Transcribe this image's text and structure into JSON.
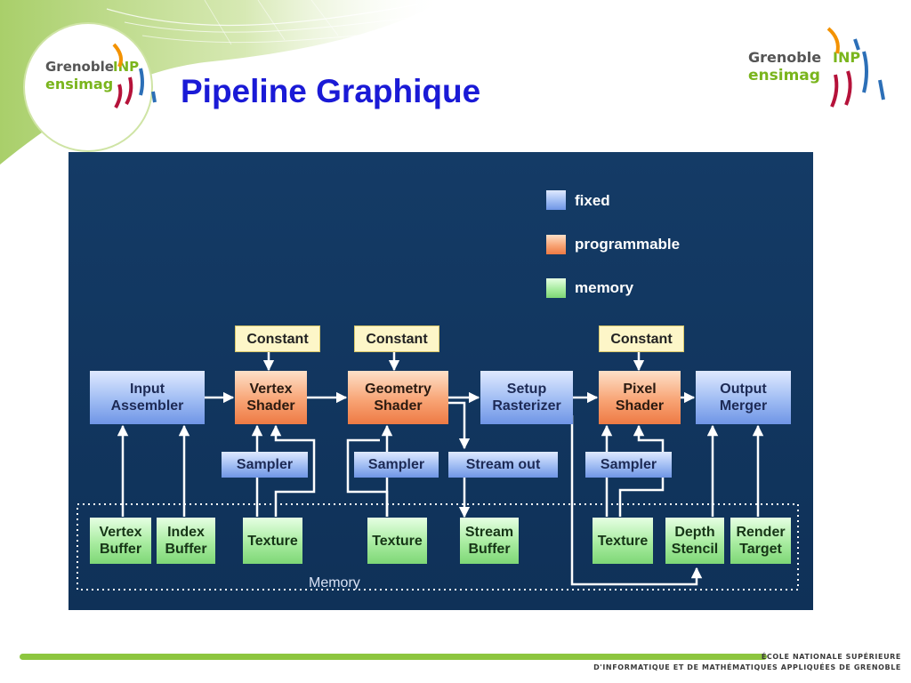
{
  "slide": {
    "title": "Pipeline Graphique"
  },
  "logo": {
    "line1": "Grenoble",
    "inp": "INP",
    "line2": "ensimag"
  },
  "legend": {
    "fixed": "fixed",
    "programmable": "programmable",
    "memory": "memory"
  },
  "constants": [
    "Constant",
    "Constant",
    "Constant"
  ],
  "stages": {
    "input_assembler": "Input\nAssembler",
    "vertex_shader": "Vertex\nShader",
    "geometry_shader": "Geometry\nShader",
    "setup_rasterizer": "Setup\nRasterizer",
    "pixel_shader": "Pixel\nShader",
    "output_merger": "Output\nMerger"
  },
  "samplers": [
    "Sampler",
    "Sampler",
    "Sampler"
  ],
  "stream_out": "Stream out",
  "memory_blocks": {
    "vertex_buffer": "Vertex\nBuffer",
    "index_buffer": "Index\nBuffer",
    "texture_1": "Texture",
    "texture_2": "Texture",
    "stream_buffer": "Stream\nBuffer",
    "texture_3": "Texture",
    "depth_stencil": "Depth\nStencil",
    "render_target": "Render\nTarget"
  },
  "memory_label": "Memory",
  "footer": {
    "line1": "ÉCOLE NATIONALE SUPÉRIEURE",
    "line2": "D'INFORMATIQUE ET DE MATHÉMATIQUES APPLIQUÉES DE GRENOBLE"
  },
  "colors": {
    "title": "#1a1ad6",
    "diagram_background": "#133a63",
    "arrows": "#ffffff",
    "footer_bar": "#8dc63f",
    "logo_green": "#7ab51d",
    "logo_orange": "#f39200"
  }
}
